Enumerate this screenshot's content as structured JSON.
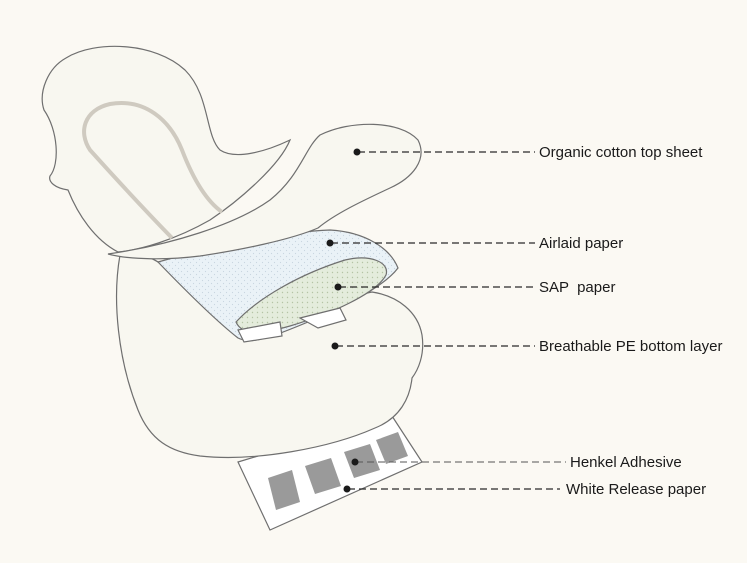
{
  "labels": [
    {
      "id": "organic-cotton-top-sheet",
      "text": "Organic cotton top sheet"
    },
    {
      "id": "airlaid-paper",
      "text": "Airlaid paper"
    },
    {
      "id": "sap-paper",
      "text": "SAP  paper"
    },
    {
      "id": "breathable-pe-bottom-layer",
      "text": "Breathable PE bottom layer"
    },
    {
      "id": "henkel-adhesive",
      "text": "Henkel Adhesive"
    },
    {
      "id": "white-release-paper",
      "text": "White Release paper"
    }
  ],
  "colors": {
    "background": "#fbf9f3",
    "layer_fill": "#f8f7f0",
    "airlaid_fill": "#eaf2f7",
    "sap_fill": "#e4ecdc",
    "adhesive_strip": "#9a9a9a",
    "outline": "#6f6f6f",
    "leader": "#2a2a2a"
  }
}
